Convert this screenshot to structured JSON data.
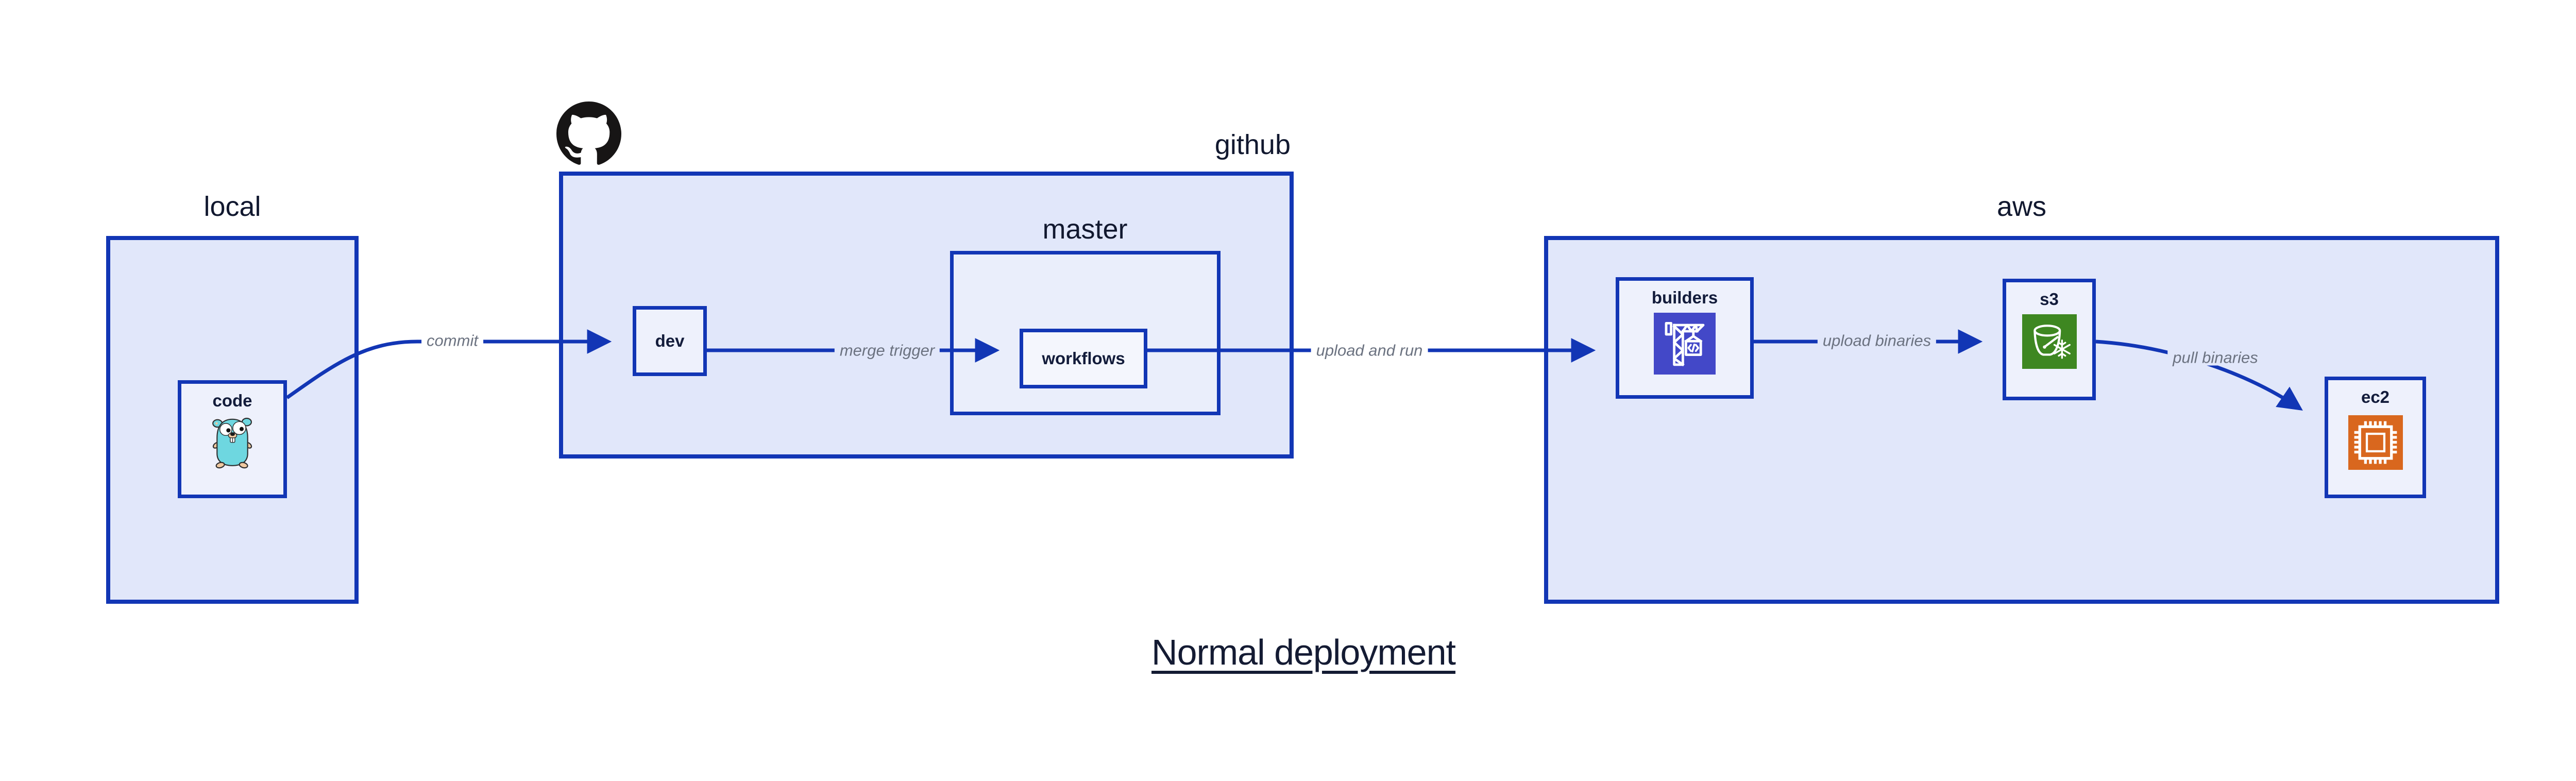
{
  "diagram": {
    "title": "Normal deployment",
    "containers": {
      "local": {
        "label": "local"
      },
      "github": {
        "label": "github"
      },
      "master": {
        "label": "master"
      },
      "aws": {
        "label": "aws"
      }
    },
    "nodes": {
      "code": {
        "label": "code",
        "icon": "go-gopher-icon"
      },
      "dev": {
        "label": "dev"
      },
      "workflows": {
        "label": "workflows"
      },
      "builders": {
        "label": "builders",
        "icon": "codebuild-crane-icon"
      },
      "s3": {
        "label": "s3",
        "icon": "glacier-bucket-icon"
      },
      "ec2": {
        "label": "ec2",
        "icon": "cpu-chip-icon"
      }
    },
    "edges": [
      {
        "label": "commit",
        "from": "code",
        "to": "dev"
      },
      {
        "label": "merge trigger",
        "from": "dev",
        "to": "workflows"
      },
      {
        "label": "upload and run",
        "from": "workflows",
        "to": "builders"
      },
      {
        "label": "upload binaries",
        "from": "builders",
        "to": "s3"
      },
      {
        "label": "pull binaries",
        "from": "s3",
        "to": "ec2"
      }
    ],
    "colors": {
      "line_blue": "#1236b5",
      "container_fill": "#e1e7fa",
      "node_fill": "#eef1fc",
      "workflows_fill": "#f4f6fd",
      "text_navy": "#131c3b",
      "edge_label_gray": "#6b7280",
      "github_logo": "#171515",
      "builders_icon_bg": "#4348c8",
      "s3_icon_bg": "#3e8721",
      "ec2_icon_bg": "#d9671e",
      "gopher_teal": "#6ed7e0"
    }
  }
}
